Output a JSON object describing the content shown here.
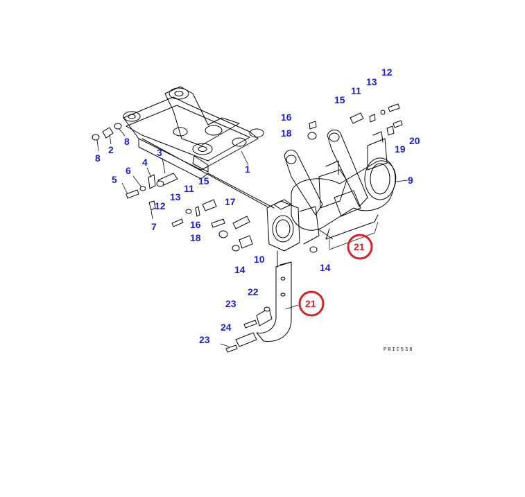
{
  "diagram": {
    "drawing_code": "PRIC538",
    "label_color": "#1c1ccc",
    "highlight_color": "#d61f26",
    "callouts": [
      {
        "id": "c1",
        "text": "1"
      },
      {
        "id": "c2",
        "text": "2"
      },
      {
        "id": "c3",
        "text": "3"
      },
      {
        "id": "c4",
        "text": "4"
      },
      {
        "id": "c5",
        "text": "5"
      },
      {
        "id": "c6",
        "text": "6"
      },
      {
        "id": "c7",
        "text": "7"
      },
      {
        "id": "c8a",
        "text": "8"
      },
      {
        "id": "c8b",
        "text": "8"
      },
      {
        "id": "c9",
        "text": "9"
      },
      {
        "id": "c10",
        "text": "10"
      },
      {
        "id": "c11a",
        "text": "11"
      },
      {
        "id": "c11b",
        "text": "11"
      },
      {
        "id": "c12a",
        "text": "12"
      },
      {
        "id": "c12b",
        "text": "12"
      },
      {
        "id": "c13a",
        "text": "13"
      },
      {
        "id": "c13b",
        "text": "13"
      },
      {
        "id": "c14a",
        "text": "14"
      },
      {
        "id": "c14b",
        "text": "14"
      },
      {
        "id": "c15a",
        "text": "15"
      },
      {
        "id": "c15b",
        "text": "15"
      },
      {
        "id": "c16a",
        "text": "16"
      },
      {
        "id": "c16b",
        "text": "16"
      },
      {
        "id": "c17",
        "text": "17"
      },
      {
        "id": "c18a",
        "text": "18"
      },
      {
        "id": "c18b",
        "text": "18"
      },
      {
        "id": "c19",
        "text": "19"
      },
      {
        "id": "c20",
        "text": "20"
      },
      {
        "id": "c22",
        "text": "22"
      },
      {
        "id": "c23a",
        "text": "23"
      },
      {
        "id": "c23b",
        "text": "23"
      },
      {
        "id": "c24",
        "text": "24"
      }
    ],
    "highlights": [
      {
        "id": "h21a",
        "text": "21"
      },
      {
        "id": "h21b",
        "text": "21"
      }
    ]
  }
}
